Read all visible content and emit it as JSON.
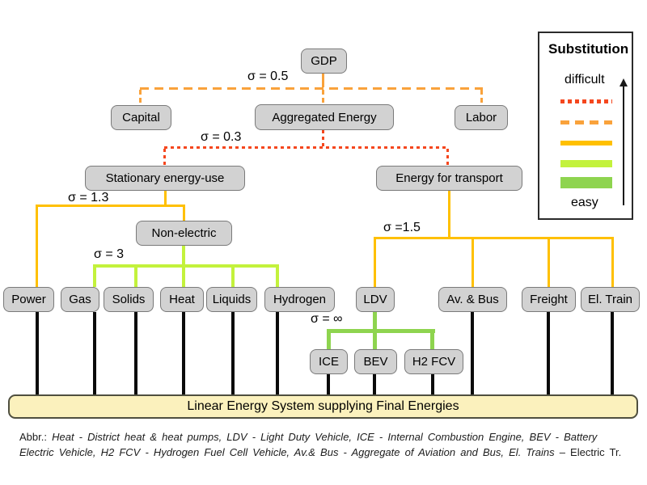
{
  "nodes": {
    "gdp": "GDP",
    "capital": "Capital",
    "aggregated_energy": "Aggregated Energy",
    "labor": "Labor",
    "stationary": "Stationary energy-use",
    "transport": "Energy for transport",
    "non_electric": "Non-electric",
    "power": "Power",
    "gas": "Gas",
    "solids": "Solids",
    "heat": "Heat",
    "liquids": "Liquids",
    "hydrogen": "Hydrogen",
    "ldv": "LDV",
    "av_bus": "Av. & Bus",
    "freight": "Freight",
    "el_train": "El. Train",
    "ice": "ICE",
    "bev": "BEV",
    "h2_fcv": "H2 FCV"
  },
  "sigmas": {
    "gdp_children": "σ = 0.5",
    "aggregated_children": "σ = 0.3",
    "stationary_children": "σ = 1.3",
    "non_electric_children": "σ = 3",
    "transport_children": "σ =1.5",
    "ldv_children": "σ = ∞"
  },
  "legend": {
    "title": "Substitution",
    "top_label": "difficult",
    "bottom_label": "easy"
  },
  "bottom_bar": {
    "label": "Linear Energy System supplying Final Energies"
  },
  "footnote": {
    "prefix": "Abbr.:",
    "line1": "Heat - District heat & heat pumps, LDV - Light Duty Vehicle, ICE - Internal Combustion Engine, BEV - Battery",
    "line2_italic": "Electric Vehicle, H2 FCV - Hydrogen Fuel Cell Vehicle, Av.& Bus - Aggregate of Aviation and Bus, El. Trains",
    "line2_roman": "– Electric Tr."
  },
  "colors": {
    "substitution_very_difficult": "#f5471e",
    "substitution_difficult": "#f9a23b",
    "substitution_medium": "#ffc000",
    "substitution_easier": "#c3f23c",
    "substitution_easy": "#8ed44f",
    "node_fill": "#d2d2d2",
    "bar_fill": "#fbf1bd"
  }
}
